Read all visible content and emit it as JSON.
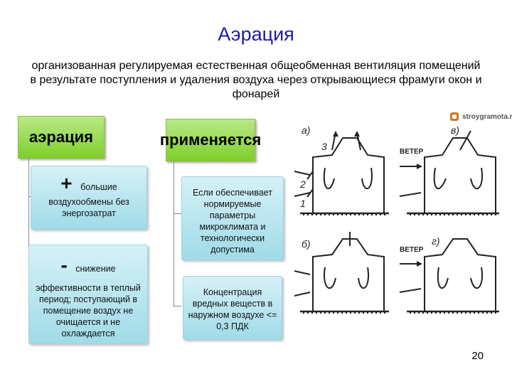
{
  "title": "Аэрация",
  "subtitle": "организованная регулируемая естественная общеобменная вентиляция помещений в результате поступления и удаления воздуха через открывающиеся фрамуги окон и фонарей",
  "left_column": {
    "header": "аэрация",
    "plus_symbol": "+",
    "plus_word": "большие",
    "plus_text": "воздухообмены без энергозатрат",
    "minus_symbol": "-",
    "minus_word": "снижение",
    "minus_text": "эффективности в теплый период; поступающий в помещение воздух не очищается и не охлаждается"
  },
  "right_column": {
    "header": "применяется",
    "card1": "Если обеспечивает нормируемые параметры микроклимата и технологически допустима",
    "card2": "Концентрация вредных веществ в наружном воздухе <= 0,3 ПДК"
  },
  "logo": {
    "text": "stroygramota.ru"
  },
  "diagram": {
    "labels": {
      "a": "а)",
      "v": "в)",
      "b": "б)",
      "g": "г)",
      "wind_top": "ВЕТЕР",
      "wind_bottom": "ВЕТЕР",
      "n1": "1",
      "n2": "2",
      "n3": "3"
    }
  },
  "page_number": "20",
  "colors": {
    "title": "#1a1aa8",
    "header_green": "#7fcf2a",
    "card_blue": "#9fdbe8",
    "diagram": "#222222"
  }
}
